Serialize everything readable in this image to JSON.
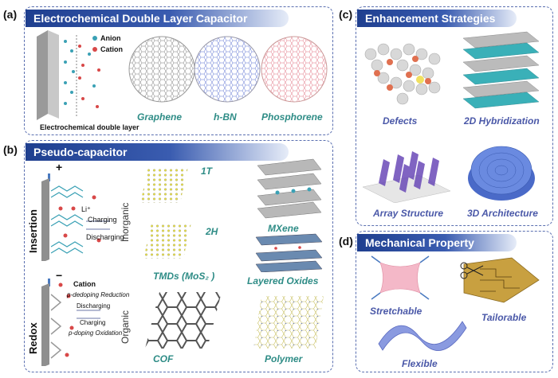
{
  "panel_a": {
    "letter": "(a)",
    "title": "Electrochemical Double Layer Capacitor",
    "legend_anion": "Anion",
    "legend_cation": "Cation",
    "electrode_caption": "Electrochemical double layer",
    "materials": [
      "Graphene",
      "h-BN",
      "Phosphorene"
    ]
  },
  "panel_b": {
    "letter": "(b)",
    "title": "Pseudo-capacitor",
    "plus": "+",
    "minus": "−",
    "insertion": "Insertion",
    "redox": "Redox",
    "li_ion": "Li⁺",
    "charging": "Charging",
    "discharging": "Discharging",
    "inorganic": "Inorganic",
    "organic": "Organic",
    "cation": "Cation",
    "p_dedoping": "p-dedoping Reduction",
    "p_doping": "p-doping Oxidation",
    "phase_1t": "1T",
    "phase_2h": "2H",
    "tmds": "TMDs (MoS₂ )",
    "mxene": "MXene",
    "layered_oxides": "Layered Oxides",
    "cof": "COF",
    "polymer": "Polymer"
  },
  "panel_c": {
    "letter": "(c)",
    "title": "Enhancement Strategies",
    "items": [
      "Defects",
      "2D Hybridization",
      "Array Structure",
      "3D Architecture"
    ]
  },
  "panel_d": {
    "letter": "(d)",
    "title": "Mechanical Property",
    "items": [
      "Stretchable",
      "Tailorable",
      "Flexible"
    ]
  },
  "colors": {
    "banner": "#1f3f8f",
    "teal_text": "#2e8c86",
    "blue_text": "#4a58a8",
    "border": "#5a6fb0"
  }
}
